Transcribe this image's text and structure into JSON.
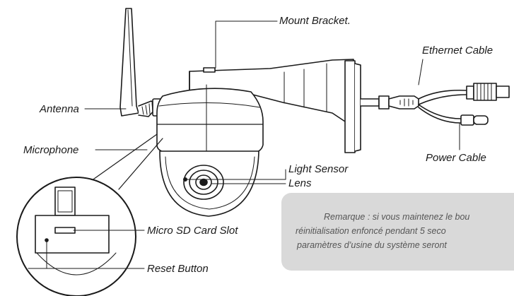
{
  "labels": {
    "mount_bracket": "Mount Bracket.",
    "ethernet_cable": "Ethernet Cable",
    "antenna": "Antenna",
    "microphone": "Microphone",
    "light_sensor": "Light Sensor",
    "lens": "Lens",
    "power_cable": "Power Cable",
    "micro_sd_slot": "Micro SD Card Slot",
    "reset_button": "Reset Button"
  },
  "note": {
    "line1": "Remarque : si vous maintenez le bou",
    "line2": "réinitialisation enfoncé pendant 5 seco",
    "line3": "paramètres d’usine du système seront"
  },
  "colors": {
    "line": "#1a1a1a",
    "note_bg": "#d9d9d9",
    "note_text": "#555555"
  }
}
